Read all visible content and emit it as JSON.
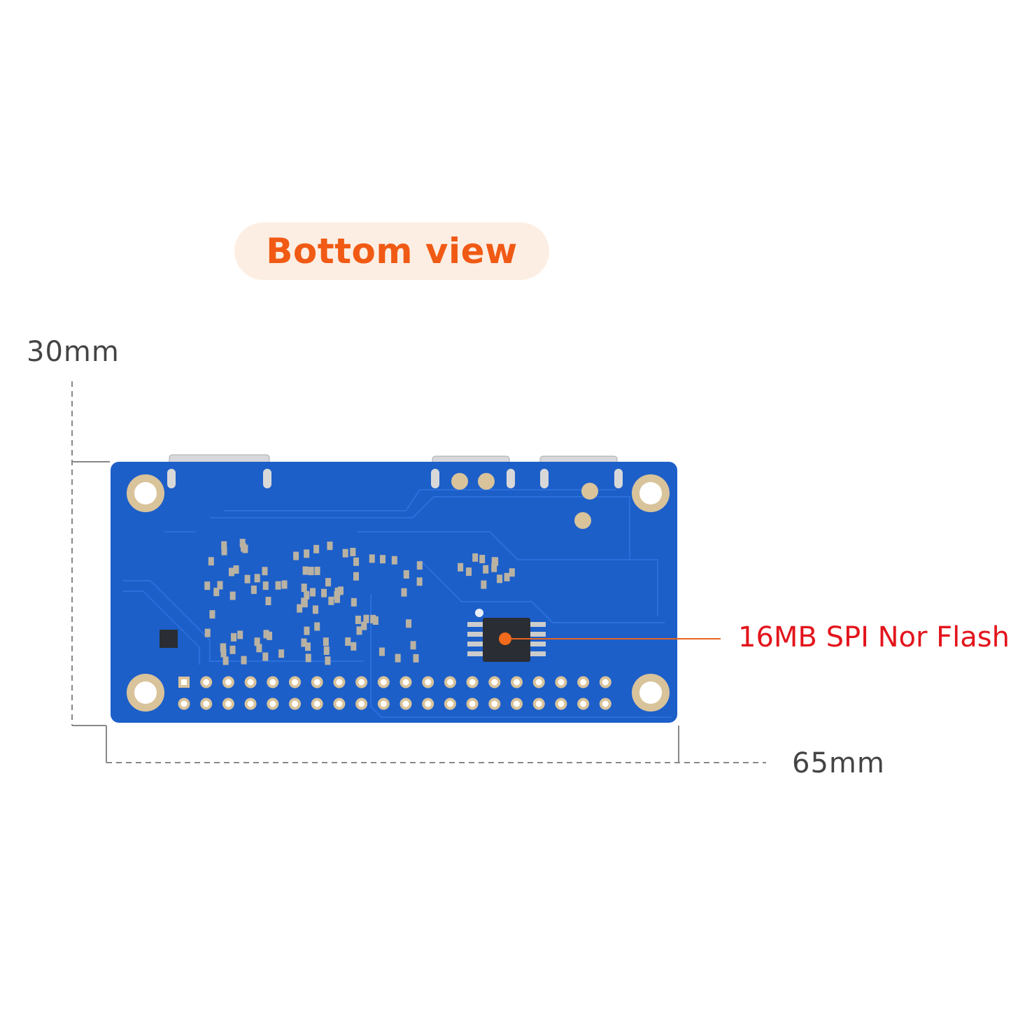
{
  "title": "Bottom view",
  "dimensions": {
    "height_label": "30mm",
    "width_label": "65mm"
  },
  "callouts": [
    {
      "label": "16MB SPI Nor Flash",
      "line_color": "#e8641e",
      "text_color": "#e3141c"
    }
  ],
  "colors": {
    "accent": "#f05a14",
    "pill_bg": "#fdeee3",
    "board": "#1d5fc9",
    "pad": "#d9c39a"
  },
  "board": {
    "header_columns": 20,
    "header_rows": 2
  }
}
